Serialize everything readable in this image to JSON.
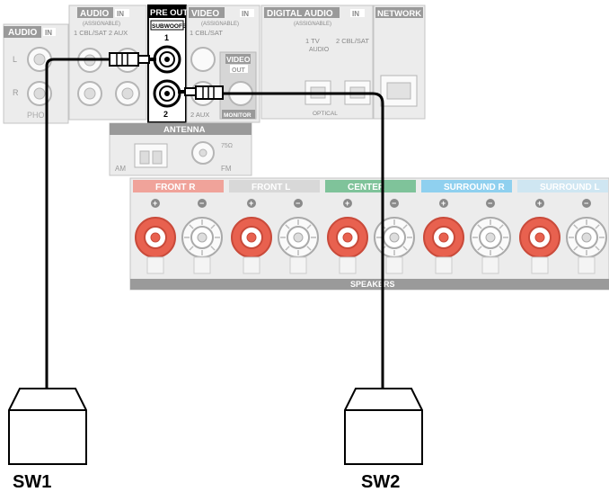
{
  "panel": {
    "audio_in": {
      "title": "AUDIO",
      "badge": "IN",
      "jack_left": "L",
      "jack_right": "R",
      "phono": "PHO"
    },
    "audio_in_assignable": {
      "title": "AUDIO",
      "badge": "IN",
      "sub": "(ASSIGNABLE)",
      "inputs": "1 CBL/SAT   2 AUX"
    },
    "pre_out": {
      "title": "PRE OUT",
      "sub": "SUBWOOFER",
      "jack1": "1",
      "jack2": "2"
    },
    "video": {
      "title": "VIDEO",
      "badge": "IN",
      "sub": "(ASSIGNABLE)",
      "inputs_top": "1 CBL/SAT",
      "inputs_bottom": "2  AUX",
      "out_title": "VIDEO",
      "out_badge": "OUT",
      "monitor": "MONITOR"
    },
    "digital_audio": {
      "title": "DIGITAL AUDIO",
      "badge": "IN",
      "sub": "(ASSIGNABLE)",
      "in1": "1  TV",
      "in1_sub": "AUDIO",
      "in2": "2 CBL/SAT",
      "optical": "OPTICAL"
    },
    "network": {
      "title": "NETWORK"
    },
    "antenna": {
      "title": "ANTENNA",
      "am": "AM",
      "fm": "FM",
      "ohm": "75Ω"
    },
    "speakers": {
      "groups": [
        {
          "label": "FRONT",
          "side": "R",
          "color": "#f0a39a"
        },
        {
          "label": "FRONT",
          "side": "L",
          "color": "#d8d8d8"
        },
        {
          "label": "CENTER",
          "side": "",
          "color": "#7fc39a"
        },
        {
          "label": "SURROUND",
          "side": "R",
          "color": "#8fd0ef"
        },
        {
          "label": "SURROUND",
          "side": "L",
          "color": "#cfe6f2"
        }
      ],
      "plus": "+",
      "minus": "−",
      "footer": "SPEAKERS"
    }
  },
  "subwoofers": [
    {
      "label": "SW1"
    },
    {
      "label": "SW2"
    }
  ],
  "colors": {
    "panel_bg": "#e4e4e4",
    "panel_border": "#bdbdbd",
    "jack_red": "#e8614f",
    "cable": "#000000"
  }
}
